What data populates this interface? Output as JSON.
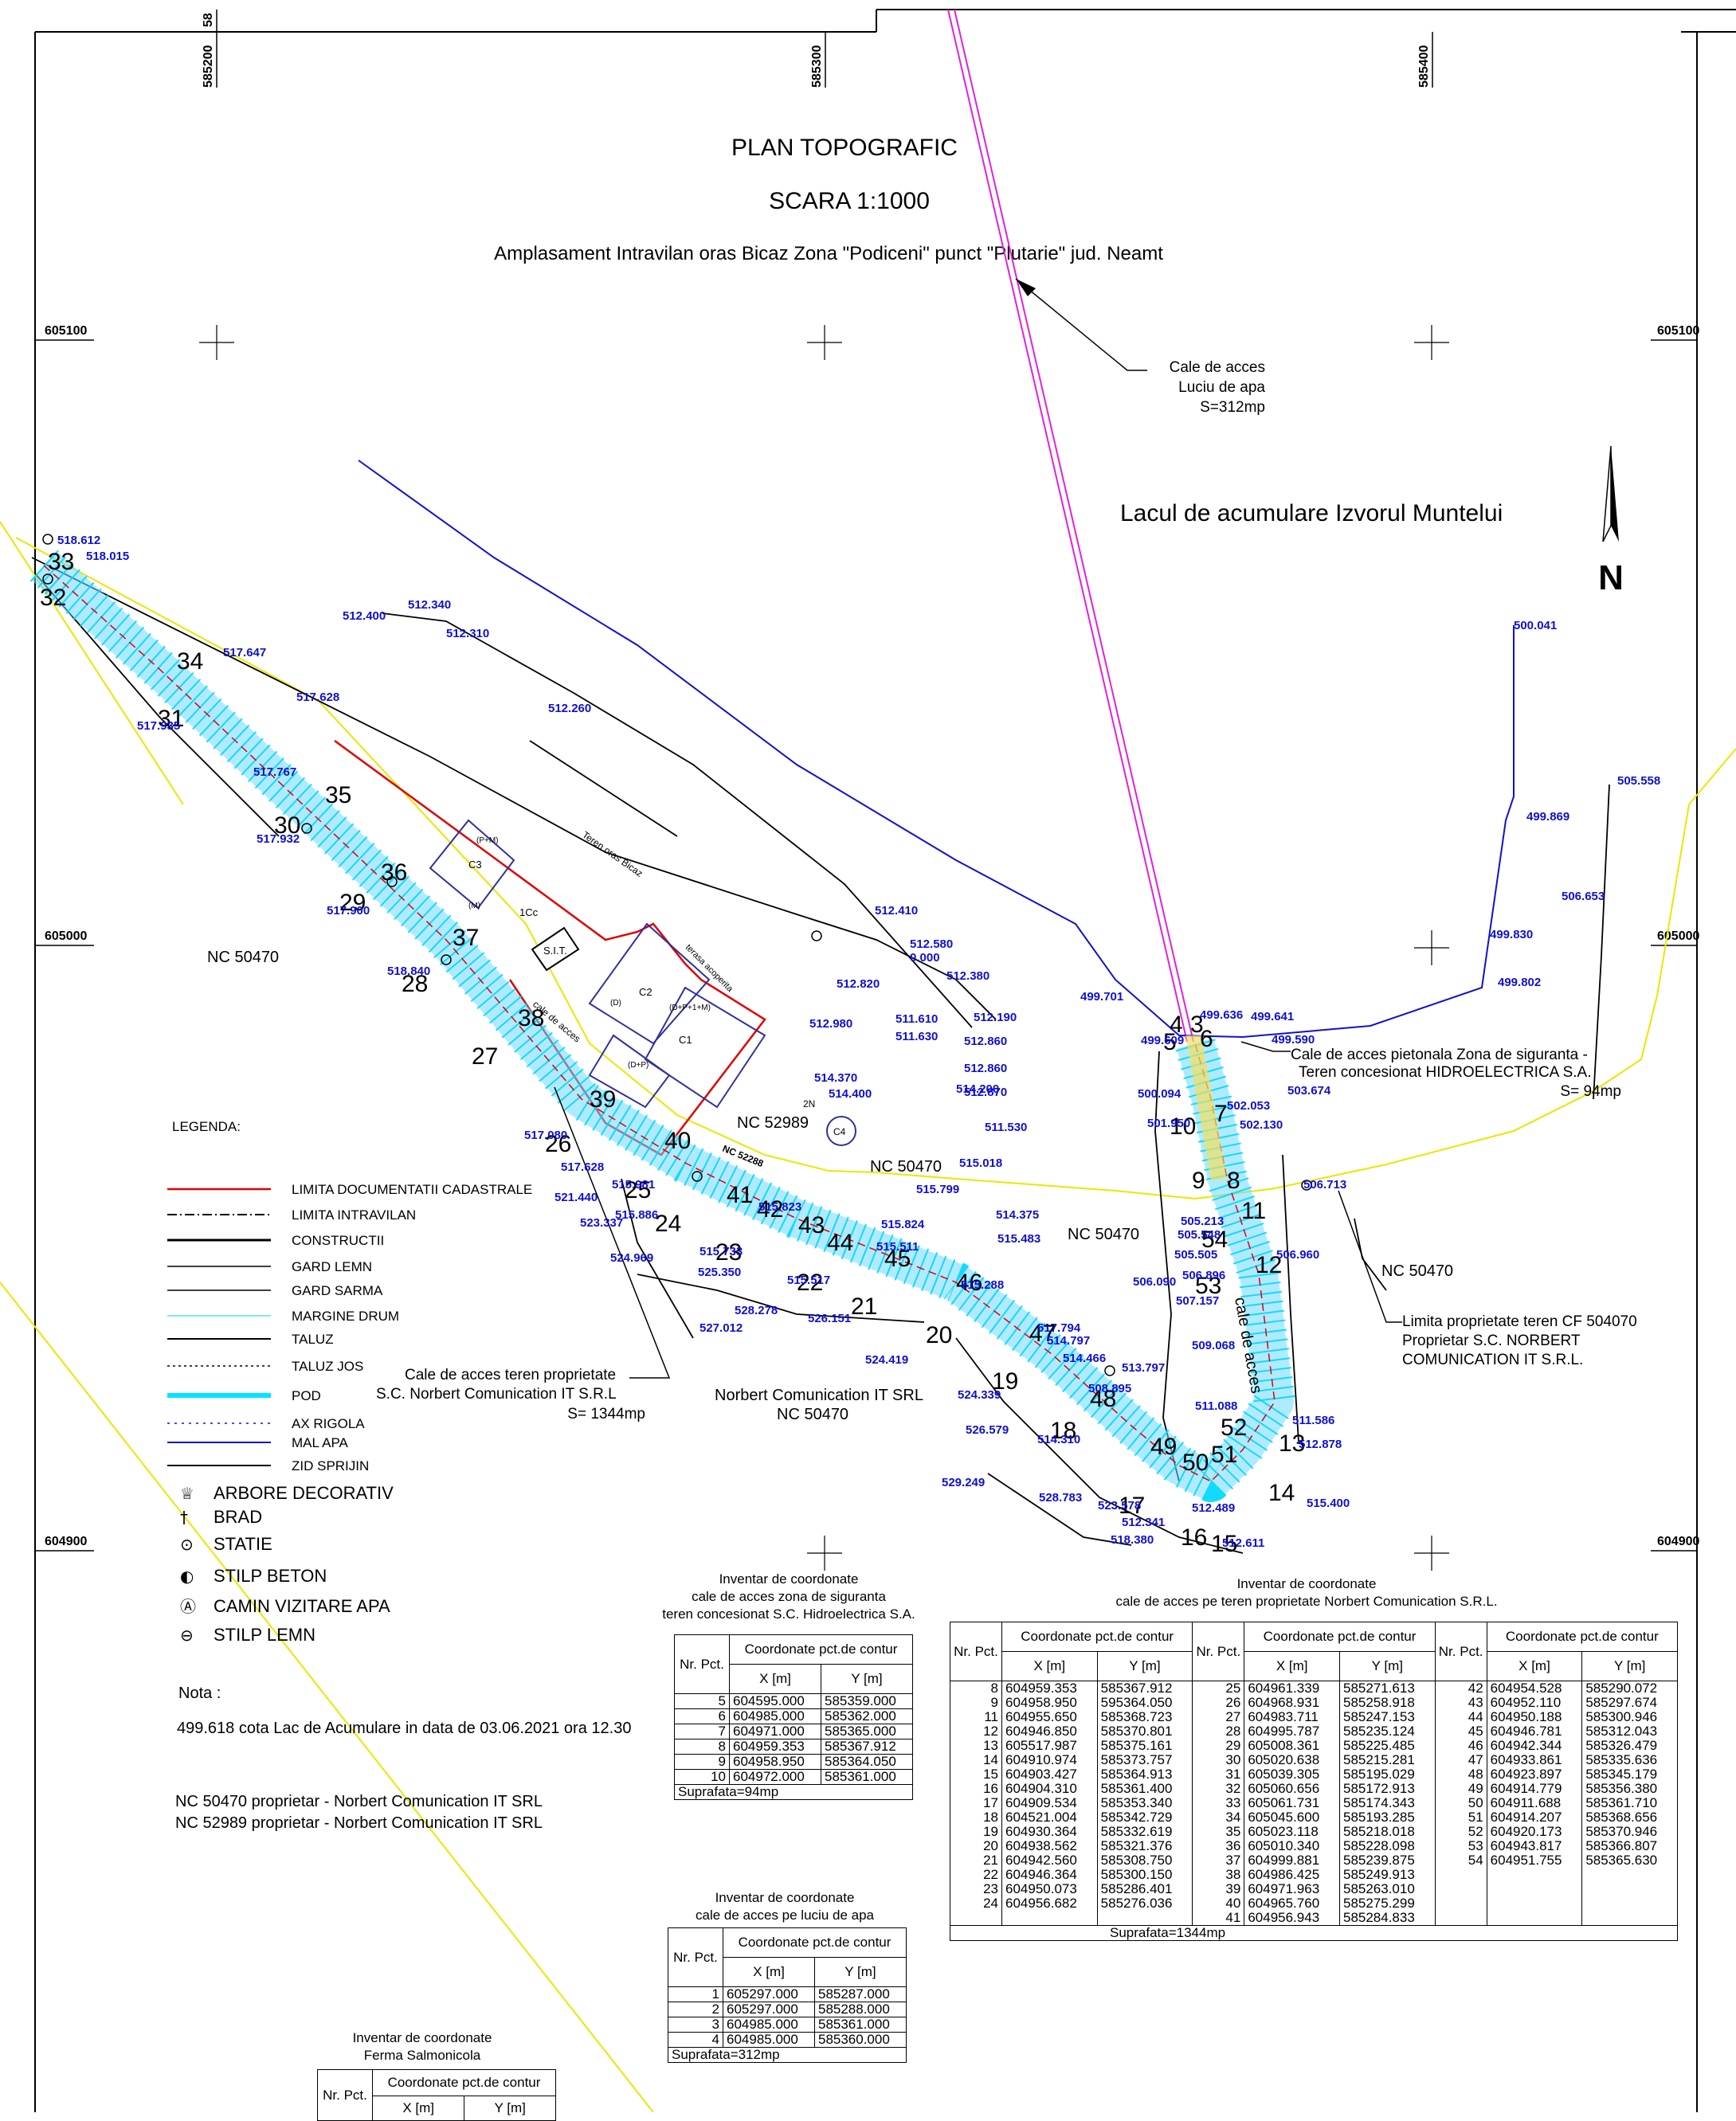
{
  "title": "PLAN TOPOGRAFIC",
  "scale": "SCARA 1:1000",
  "subtitle": "Amplasament Intravilan oras Bicaz Zona \"Podiceni\" punct \"Plutarie\" jud. Neamt",
  "grid_top": [
    "585200",
    "585300",
    "585400",
    "58"
  ],
  "grid_side": [
    "605100",
    "605000",
    "604900"
  ],
  "north": "N",
  "lake_label": "Lacul de acumulare Izvorul Muntelui",
  "callouts": {
    "luciu": [
      "Cale de acces",
      "Luciu de apa",
      "S=312mp"
    ],
    "pietonala": [
      "Cale de acces pietonala Zona de siguranta -",
      "Teren concesionat HIDROELECTRICA S.A.",
      "S= 94mp"
    ],
    "teren": [
      "Cale de acces  teren proprietate",
      "S.C. Norbert Comunication IT S.R.L",
      "S= 1344mp"
    ],
    "limita": [
      "Limita proprietate teren CF 504070",
      "Proprietar  S.C. NORBERT",
      "COMUNICATION IT S.R.L."
    ]
  },
  "map_labels": {
    "nc50470": "NC 50470",
    "nc52989": "NC 52989",
    "norbert": "Norbert Comunication IT SRL",
    "teren_bicaz": "Teren oras Bicaz",
    "terasa": "terasa acoperita",
    "c1": "C1",
    "c2": "C2",
    "c3": "C3",
    "c4": "C4",
    "cc": "1Cc",
    "sit": "S.I.T.",
    "dp1m": "(D+P+1+M)",
    "pm": "(P+M)",
    "m": "(M)",
    "d": "(D)",
    "dp": "(D+P)",
    "nc52288": "NC 52288",
    "cale_acces": "cale de acces",
    "cale_acces2": "cale de acces",
    "n2": "2N"
  },
  "legend": {
    "title": "LEGENDA:",
    "lines": [
      {
        "label": "LIMITA DOCUMENTATII CADASTRALE",
        "color": "#e00000"
      },
      {
        "label": "LIMITA INTRAVILAN",
        "color": "#000000"
      },
      {
        "label": "CONSTRUCTII",
        "color": "#000000"
      },
      {
        "label": "GARD LEMN",
        "color": "#000000"
      },
      {
        "label": "GARD SARMA",
        "color": "#000000"
      },
      {
        "label": "MARGINE DRUM",
        "color": "#55e0f0"
      },
      {
        "label": "TALUZ",
        "color": "#000000"
      },
      {
        "label": "TALUZ  JOS",
        "color": "#000000"
      },
      {
        "label": "POD",
        "color": "#00e5ff"
      },
      {
        "label": "AX RIGOLA",
        "color": "#1010d0"
      },
      {
        "label": "MAL APA",
        "color": "#1010d0"
      },
      {
        "label": "ZID SPRIJIN",
        "color": "#000000"
      }
    ],
    "symbols": [
      "ARBORE DECORATIV",
      "BRAD",
      "STATIE",
      "STILP BETON",
      "CAMIN VIZITARE APA",
      "STILP LEMN"
    ]
  },
  "nota": {
    "title": "Nota :",
    "line": "499.618  cota Lac de Acumulare in data de 03.06.2021 ora 12.30",
    "owners": [
      "NC 50470  proprietar - Norbert Comunication IT SRL",
      "NC 52989  proprietar - Norbert Comunication IT SRL"
    ]
  },
  "elevations": [
    "518.612",
    "518.015",
    "517.647",
    "517.628",
    "517.935",
    "517.767",
    "517.932",
    "517.900",
    "518.840",
    "512.400",
    "512.340",
    "512.310",
    "512.260",
    "512.410",
    "512.580",
    "0.000",
    "512.380",
    "512.190",
    "512.860",
    "512.860",
    "512.870",
    "514.200",
    "511.610",
    "511.630",
    "512.820",
    "512.980",
    "514.370",
    "514.400",
    "511.530",
    "515.018",
    "515.799",
    "517.080",
    "517.628",
    "521.440",
    "523.337",
    "515.981",
    "515.886",
    "524.969",
    "525.350",
    "515.733",
    "515.823",
    "515.824",
    "515.511",
    "515.517",
    "528.278",
    "526.151",
    "527.012",
    "524.419",
    "524.339",
    "526.579",
    "529.249",
    "528.783",
    "523.578",
    "512.341",
    "518.380",
    "512.489",
    "512.611",
    "514.375",
    "515.483",
    "514.797",
    "517.794",
    "514.466",
    "514.310",
    "513.797",
    "508.895",
    "511.088",
    "511.586",
    "512.878",
    "515.400",
    "499.701",
    "499.636",
    "499.641",
    "499.590",
    "499.609",
    "500.094",
    "501.950",
    "502.053",
    "502.130",
    "503.674",
    "505.213",
    "505.548",
    "505.505",
    "506.896",
    "506.090",
    "507.157",
    "509.068",
    "506.960",
    "506.713",
    "500.041",
    "505.558",
    "499.869",
    "506.653",
    "499.830",
    "499.802",
    "515.288"
  ],
  "point_ids": [
    "33",
    "32",
    "34",
    "31",
    "35",
    "30",
    "36",
    "29",
    "37",
    "28",
    "38",
    "27",
    "39",
    "26",
    "40",
    "25",
    "41",
    "24",
    "42",
    "43",
    "23",
    "44",
    "45",
    "22",
    "21",
    "46",
    "20",
    "47",
    "19",
    "48",
    "18",
    "17",
    "49",
    "50",
    "51",
    "52",
    "16",
    "15",
    "14",
    "13",
    "12",
    "11",
    "8",
    "9",
    "53",
    "54",
    "10",
    "7",
    "5",
    "6",
    "4",
    "3"
  ],
  "table_hidro": {
    "caption": [
      "Inventar de coordonate",
      "cale de acces zona de siguranta",
      "teren concesionat S.C. Hidroelectrica S.A."
    ],
    "head_nr": "Nr. Pct.",
    "head_coord": "Coordonate pct.de contur",
    "head_x": "X [m]",
    "head_y": "Y [m]",
    "rows": [
      [
        "5",
        "604595.000",
        "585359.000"
      ],
      [
        "6",
        "604985.000",
        "585362.000"
      ],
      [
        "7",
        "604971.000",
        "585365.000"
      ],
      [
        "8",
        "604959.353",
        "585367.912"
      ],
      [
        "9",
        "604958.950",
        "585364.050"
      ],
      [
        "10",
        "604972.000",
        "585361.000"
      ]
    ],
    "footer": "Suprafata=94mp"
  },
  "table_luciu": {
    "caption": [
      "Inventar de coordonate",
      "cale de acces pe luciu de apa"
    ],
    "head_nr": "Nr. Pct.",
    "head_coord": "Coordonate pct.de contur",
    "head_x": "X [m]",
    "head_y": "Y [m]",
    "rows": [
      [
        "1",
        "605297.000",
        "585287.000"
      ],
      [
        "2",
        "605297.000",
        "585288.000"
      ],
      [
        "3",
        "604985.000",
        "585361.000"
      ],
      [
        "4",
        "604985.000",
        "585360.000"
      ]
    ],
    "footer": "Suprafata=312mp"
  },
  "table_ferma": {
    "caption": [
      "Inventar de coordonate",
      "Ferma Salmonicola"
    ],
    "head_nr": "Nr. Pct.",
    "head_coord": "Coordonate pct.de contur",
    "head_x": "X [m]",
    "head_y": "Y [m]"
  },
  "table_norbert": {
    "caption": [
      "Inventar de coordonate",
      "cale de acces pe teren proprietate Norbert Comunication S.R.L."
    ],
    "head_nr": "Nr. Pct.",
    "head_coord": "Coordonate pct.de contur",
    "head_x": "X [m]",
    "head_y": "Y [m]",
    "col1": [
      [
        "8",
        "604959.353",
        "585367.912"
      ],
      [
        "9",
        "604958.950",
        "595364.050"
      ],
      [
        "11",
        "604955.650",
        "585368.723"
      ],
      [
        "12",
        "604946.850",
        "585370.801"
      ],
      [
        "13",
        "605517.987",
        "585375.161"
      ],
      [
        "14",
        "604910.974",
        "585373.757"
      ],
      [
        "15",
        "604903.427",
        "585364.913"
      ],
      [
        "16",
        "604904.310",
        "585361.400"
      ],
      [
        "17",
        "604909.534",
        "585353.340"
      ],
      [
        "18",
        "604521.004",
        "585342.729"
      ],
      [
        "19",
        "604930.364",
        "585332.619"
      ],
      [
        "20",
        "604938.562",
        "585321.376"
      ],
      [
        "21",
        "604942.560",
        "585308.750"
      ],
      [
        "22",
        "604946.364",
        "585300.150"
      ],
      [
        "23",
        "604950.073",
        "585286.401"
      ],
      [
        "24",
        "604956.682",
        "585276.036"
      ]
    ],
    "col2": [
      [
        "25",
        "604961.339",
        "585271.613"
      ],
      [
        "26",
        "604968.931",
        "585258.918"
      ],
      [
        "27",
        "604983.711",
        "585247.153"
      ],
      [
        "28",
        "604995.787",
        "585235.124"
      ],
      [
        "29",
        "605008.361",
        "585225.485"
      ],
      [
        "30",
        "605020.638",
        "585215.281"
      ],
      [
        "31",
        "605039.305",
        "585195.029"
      ],
      [
        "32",
        "605060.656",
        "585172.913"
      ],
      [
        "33",
        "605061.731",
        "585174.343"
      ],
      [
        "34",
        "605045.600",
        "585193.285"
      ],
      [
        "35",
        "605023.118",
        "585218.018"
      ],
      [
        "36",
        "605010.340",
        "585228.098"
      ],
      [
        "37",
        "604999.881",
        "585239.875"
      ],
      [
        "38",
        "604986.425",
        "585249.913"
      ],
      [
        "39",
        "604971.963",
        "585263.010"
      ],
      [
        "40",
        "604965.760",
        "585275.299"
      ],
      [
        "41",
        "604956.943",
        "585284.833"
      ]
    ],
    "col3": [
      [
        "42",
        "604954.528",
        "585290.072"
      ],
      [
        "43",
        "604952.110",
        "585297.674"
      ],
      [
        "44",
        "604950.188",
        "585300.946"
      ],
      [
        "45",
        "604946.781",
        "585312.043"
      ],
      [
        "46",
        "604942.344",
        "585326.479"
      ],
      [
        "47",
        "604933.861",
        "585335.636"
      ],
      [
        "48",
        "604923.897",
        "585345.179"
      ],
      [
        "49",
        "604914.779",
        "585356.380"
      ],
      [
        "50",
        "604911.688",
        "585361.710"
      ],
      [
        "51",
        "604914.207",
        "585368.656"
      ],
      [
        "52",
        "604920.173",
        "585370.946"
      ],
      [
        "53",
        "604943.817",
        "585366.807"
      ],
      [
        "54",
        "604951.755",
        "585365.630"
      ]
    ],
    "footer": "Suprafata=1344mp"
  }
}
